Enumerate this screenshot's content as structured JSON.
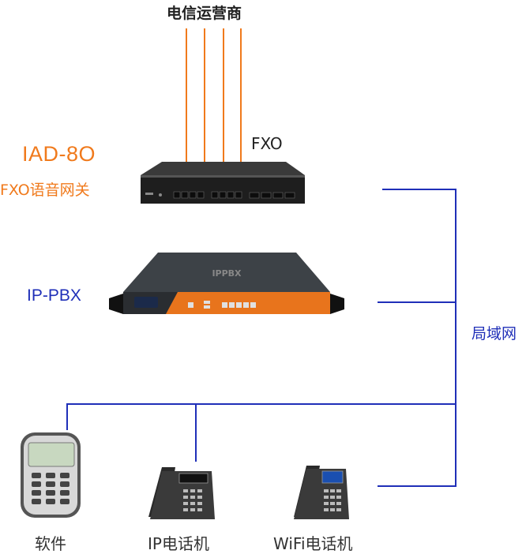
{
  "carrier": {
    "label": "电信运营商"
  },
  "iad": {
    "model": "IAD-8O",
    "description": "FXO语音网关",
    "port_label": "FXO"
  },
  "pbx": {
    "label": "IP-PBX",
    "front_text": "IPPBX"
  },
  "network": {
    "label": "局域网"
  },
  "devices": [
    {
      "label": "软件"
    },
    {
      "label": "IP电话机"
    },
    {
      "label": "WiFi电话机"
    }
  ],
  "colors": {
    "carrier_line": "#f07a1c",
    "lan_line": "#1f2fb8",
    "pbx_accent": "#e8741c",
    "device_body": "#333333"
  }
}
